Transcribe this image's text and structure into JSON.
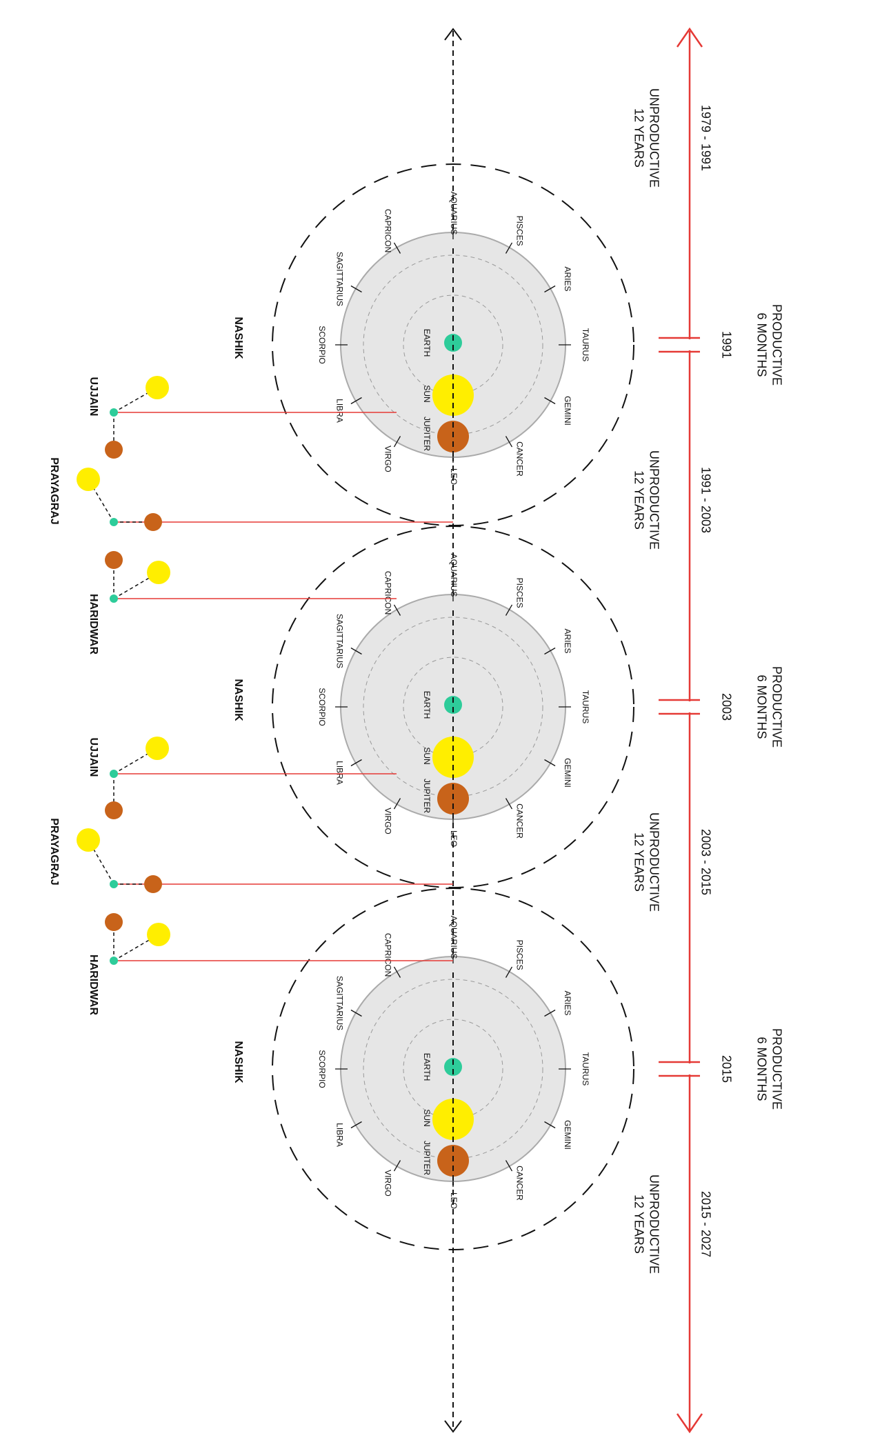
{
  "timeline": {
    "periods": [
      {
        "years": "1979 - 1991",
        "label": "UNPRODUCTIVE",
        "duration": "12 YEARS"
      },
      {
        "years": "1991 - 2003",
        "label": "UNPRODUCTIVE",
        "duration": "12 YEARS"
      },
      {
        "years": "2003 - 2015",
        "label": "UNPRODUCTIVE",
        "duration": "12 YEARS"
      },
      {
        "years": "2015 - 2027",
        "label": "UNPRODUCTIVE",
        "duration": "12 YEARS"
      }
    ],
    "events": [
      {
        "year": "1991",
        "label": "PRODUCTIVE",
        "duration": "6 MONTHS"
      },
      {
        "year": "2003",
        "label": "PRODUCTIVE",
        "duration": "6 MONTHS"
      },
      {
        "year": "2015",
        "label": "PRODUCTIVE",
        "duration": "6 MONTHS"
      }
    ],
    "color": "#e53935"
  },
  "zodiac": [
    "AQUARIUS",
    "PISCES",
    "ARIES",
    "TAURUS",
    "GEMINI",
    "CANCER",
    "LEO",
    "VIRGO",
    "LIBRA",
    "SCORPIO",
    "SAGITTARIUS",
    "CAPRICON"
  ],
  "bodies": {
    "earth": "EARTH",
    "sun": "SUN",
    "jupiter": "JUPITER"
  },
  "cities": {
    "nashik": "NASHIK",
    "ujjain": "UJJAIN",
    "prayagraj": "PRAYAGRAJ",
    "haridwar": "HARIDWAR"
  },
  "colors": {
    "earth": "#2ecc9a",
    "sun": "#ffee00",
    "jupiter": "#c8631a",
    "disc": "#e6e6e6",
    "connector": "#e53935"
  }
}
